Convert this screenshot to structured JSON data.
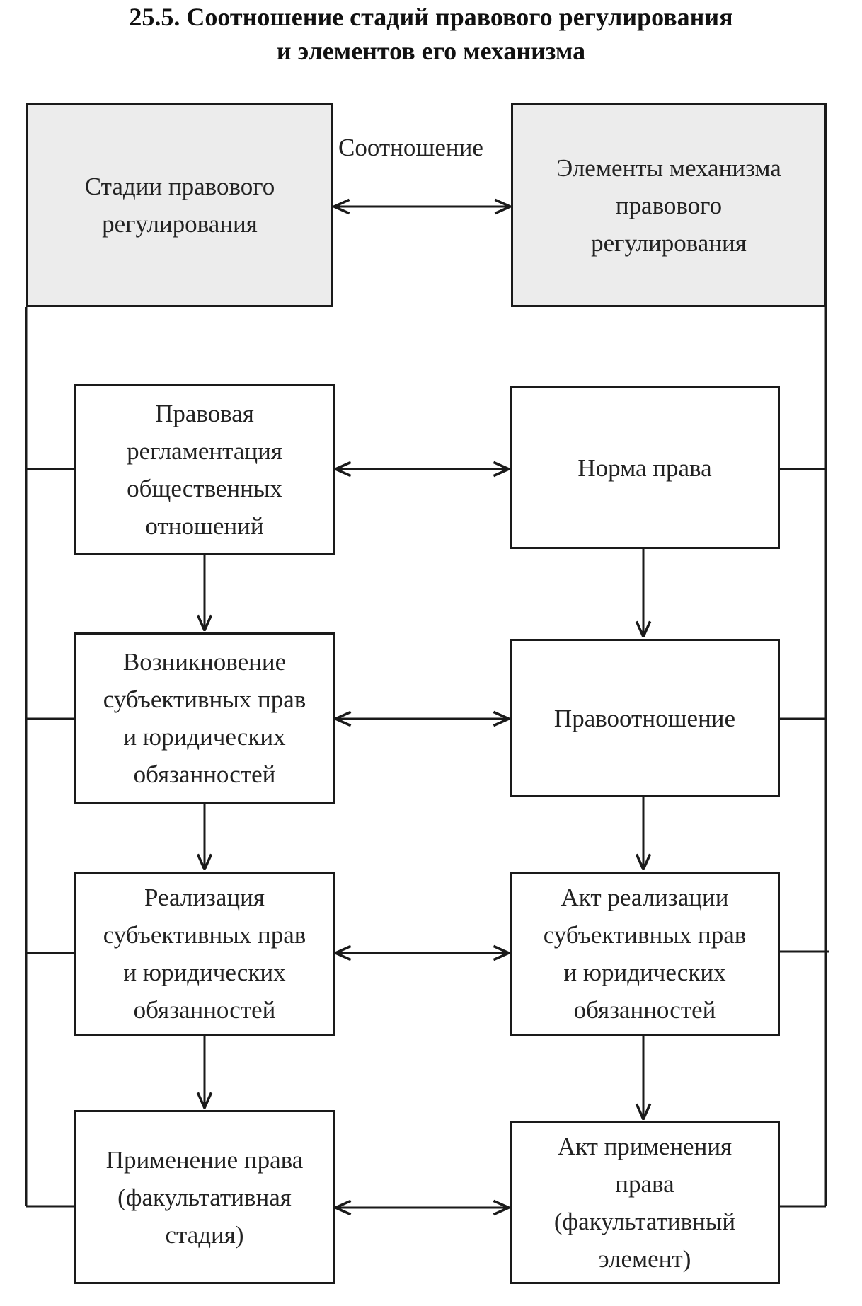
{
  "title": {
    "line1": "25.5. Соотношение стадий правового регулирования",
    "line2": "и элементов его механизма"
  },
  "header": {
    "left": "Стадии правового\nрегулирования",
    "right": "Элементы механизма\nправового\nрегулирования",
    "connector": "Соотношение"
  },
  "stages": [
    {
      "label": "Правовая\nрегламентация\nобщественных\nотношений"
    },
    {
      "label": "Возникновение\nсубъективных прав\nи юридических\nобязанностей"
    },
    {
      "label": "Реализация\nсубъективных прав\nи юридических\nобязанностей"
    },
    {
      "label": "Применение права\n(факультативная\nстадия)"
    }
  ],
  "elements": [
    {
      "label": "Норма права"
    },
    {
      "label": "Правоотношение"
    },
    {
      "label": "Акт реализации\nсубъективных прав\nи юридических\nобязанностей"
    },
    {
      "label": "Акт применения\nправа\n(факультативный\nэлемент)"
    }
  ]
}
